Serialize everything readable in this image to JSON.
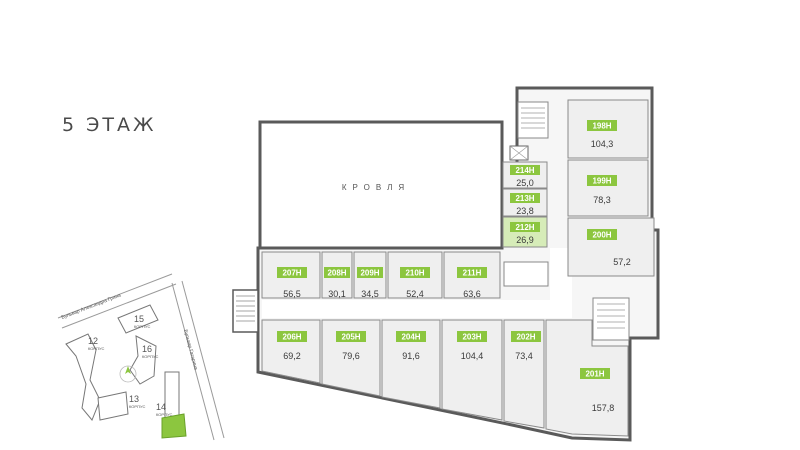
{
  "floor": {
    "title": "5 ЭТАЖ"
  },
  "roof": {
    "label": "КРОВЛЯ"
  },
  "colors": {
    "accent": "#8cc63f",
    "selected_fill": "#d6ecb8",
    "wall": "#5a5a5a",
    "room_fill": "#efefef"
  },
  "units": [
    {
      "id": "198",
      "label": "198Н",
      "area": "104,3"
    },
    {
      "id": "199",
      "label": "199Н",
      "area": "78,3"
    },
    {
      "id": "200",
      "label": "200Н",
      "area": "57,2"
    },
    {
      "id": "214",
      "label": "214Н",
      "area": "25,0"
    },
    {
      "id": "213",
      "label": "213Н",
      "area": "23,8"
    },
    {
      "id": "212",
      "label": "212Н",
      "area": "26,9",
      "selected": true
    },
    {
      "id": "207",
      "label": "207Н",
      "area": "56,5"
    },
    {
      "id": "208",
      "label": "208Н",
      "area": "30,1"
    },
    {
      "id": "209",
      "label": "209Н",
      "area": "34,5"
    },
    {
      "id": "210",
      "label": "210Н",
      "area": "52,4"
    },
    {
      "id": "211",
      "label": "211Н",
      "area": "63,6"
    },
    {
      "id": "206",
      "label": "206Н",
      "area": "69,2"
    },
    {
      "id": "205",
      "label": "205Н",
      "area": "79,6"
    },
    {
      "id": "204",
      "label": "204Н",
      "area": "91,6"
    },
    {
      "id": "203",
      "label": "203Н",
      "area": "104,4"
    },
    {
      "id": "202",
      "label": "202Н",
      "area": "73,4"
    },
    {
      "id": "201",
      "label": "201Н",
      "area": "157,8"
    }
  ],
  "minimap": {
    "street_1": "Бульвар Александра Грина",
    "street_2": "Бульвар Гагарина",
    "buildings": [
      {
        "num": "15",
        "sub": "КОРПУС"
      },
      {
        "num": "12",
        "sub": "КОРПУС"
      },
      {
        "num": "16",
        "sub": "КОРПУС"
      },
      {
        "num": "13",
        "sub": "КОРПУС"
      },
      {
        "num": "14",
        "sub": "КОРПУС"
      }
    ]
  }
}
